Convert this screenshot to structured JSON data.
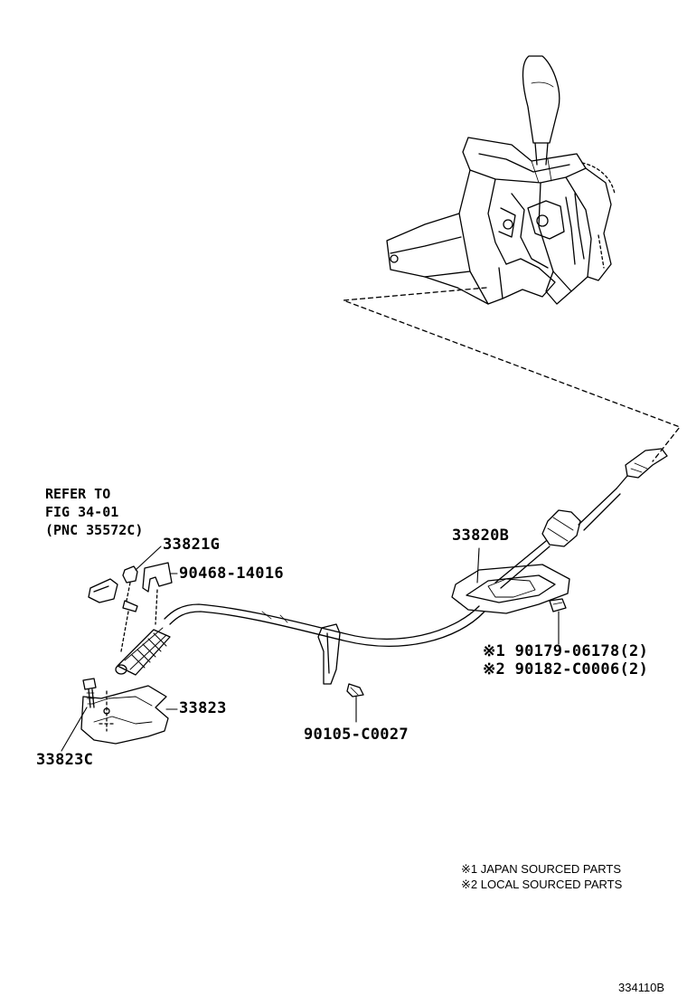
{
  "reference": {
    "line1": "REFER TO",
    "line2": "FIG 34-01",
    "line3": "(PNC 35572C)"
  },
  "parts": {
    "p33821G": "33821G",
    "p90468": "90468-14016",
    "p33820B": "33820B",
    "p90179": "※1 90179-06178(2)",
    "p90182": "※2 90182-C0006(2)",
    "p33823": "33823",
    "p33823C": "33823C",
    "p90105": "90105-C0027"
  },
  "legend": {
    "note1": "※1 JAPAN SOURCED PARTS",
    "note2": "※2 LOCAL SOURCED PARTS"
  },
  "figure_code": "334110B"
}
